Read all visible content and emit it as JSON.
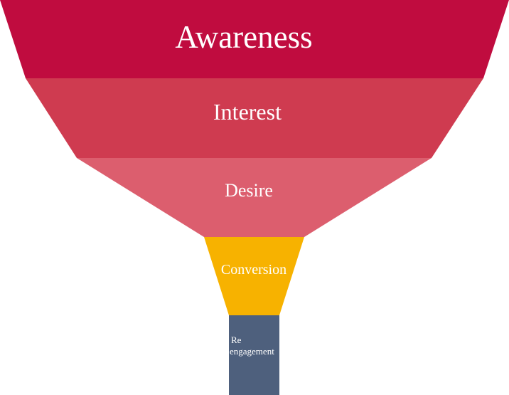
{
  "funnel": {
    "stages": [
      {
        "label": "Awareness",
        "color": "#C00C3F"
      },
      {
        "label": "Interest",
        "color": "#CF3B50"
      },
      {
        "label": "Desire",
        "color": "#DC5E6E"
      },
      {
        "label": "Conversion",
        "color": "#F7B200"
      },
      {
        "label_lines": [
          "Re",
          "engagement"
        ],
        "color": "#4E607D"
      }
    ]
  }
}
